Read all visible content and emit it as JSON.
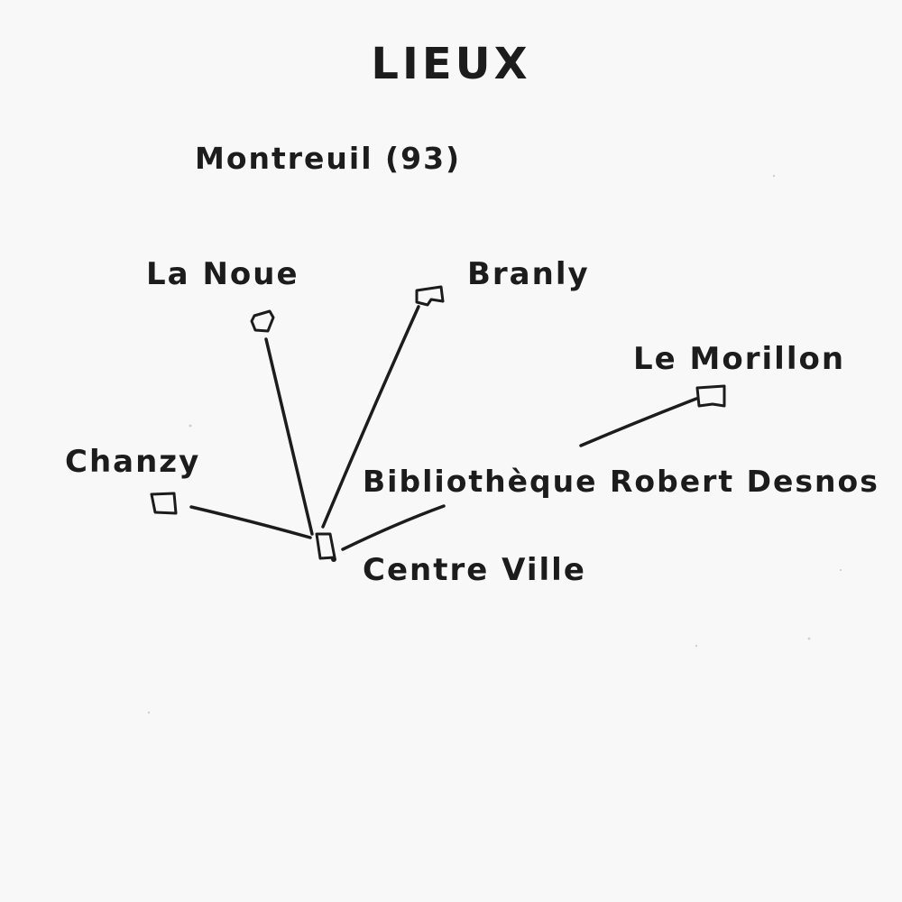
{
  "title": "LIEUX",
  "city": "Montreuil (93)",
  "places": {
    "la_noue": "La Noue",
    "branly": "Branly",
    "le_morillon": "Le Morillon",
    "chanzy": "Chanzy",
    "bibliotheque": "Bibliothèque Robert Desnos",
    "centre_ville": "Centre Ville"
  }
}
